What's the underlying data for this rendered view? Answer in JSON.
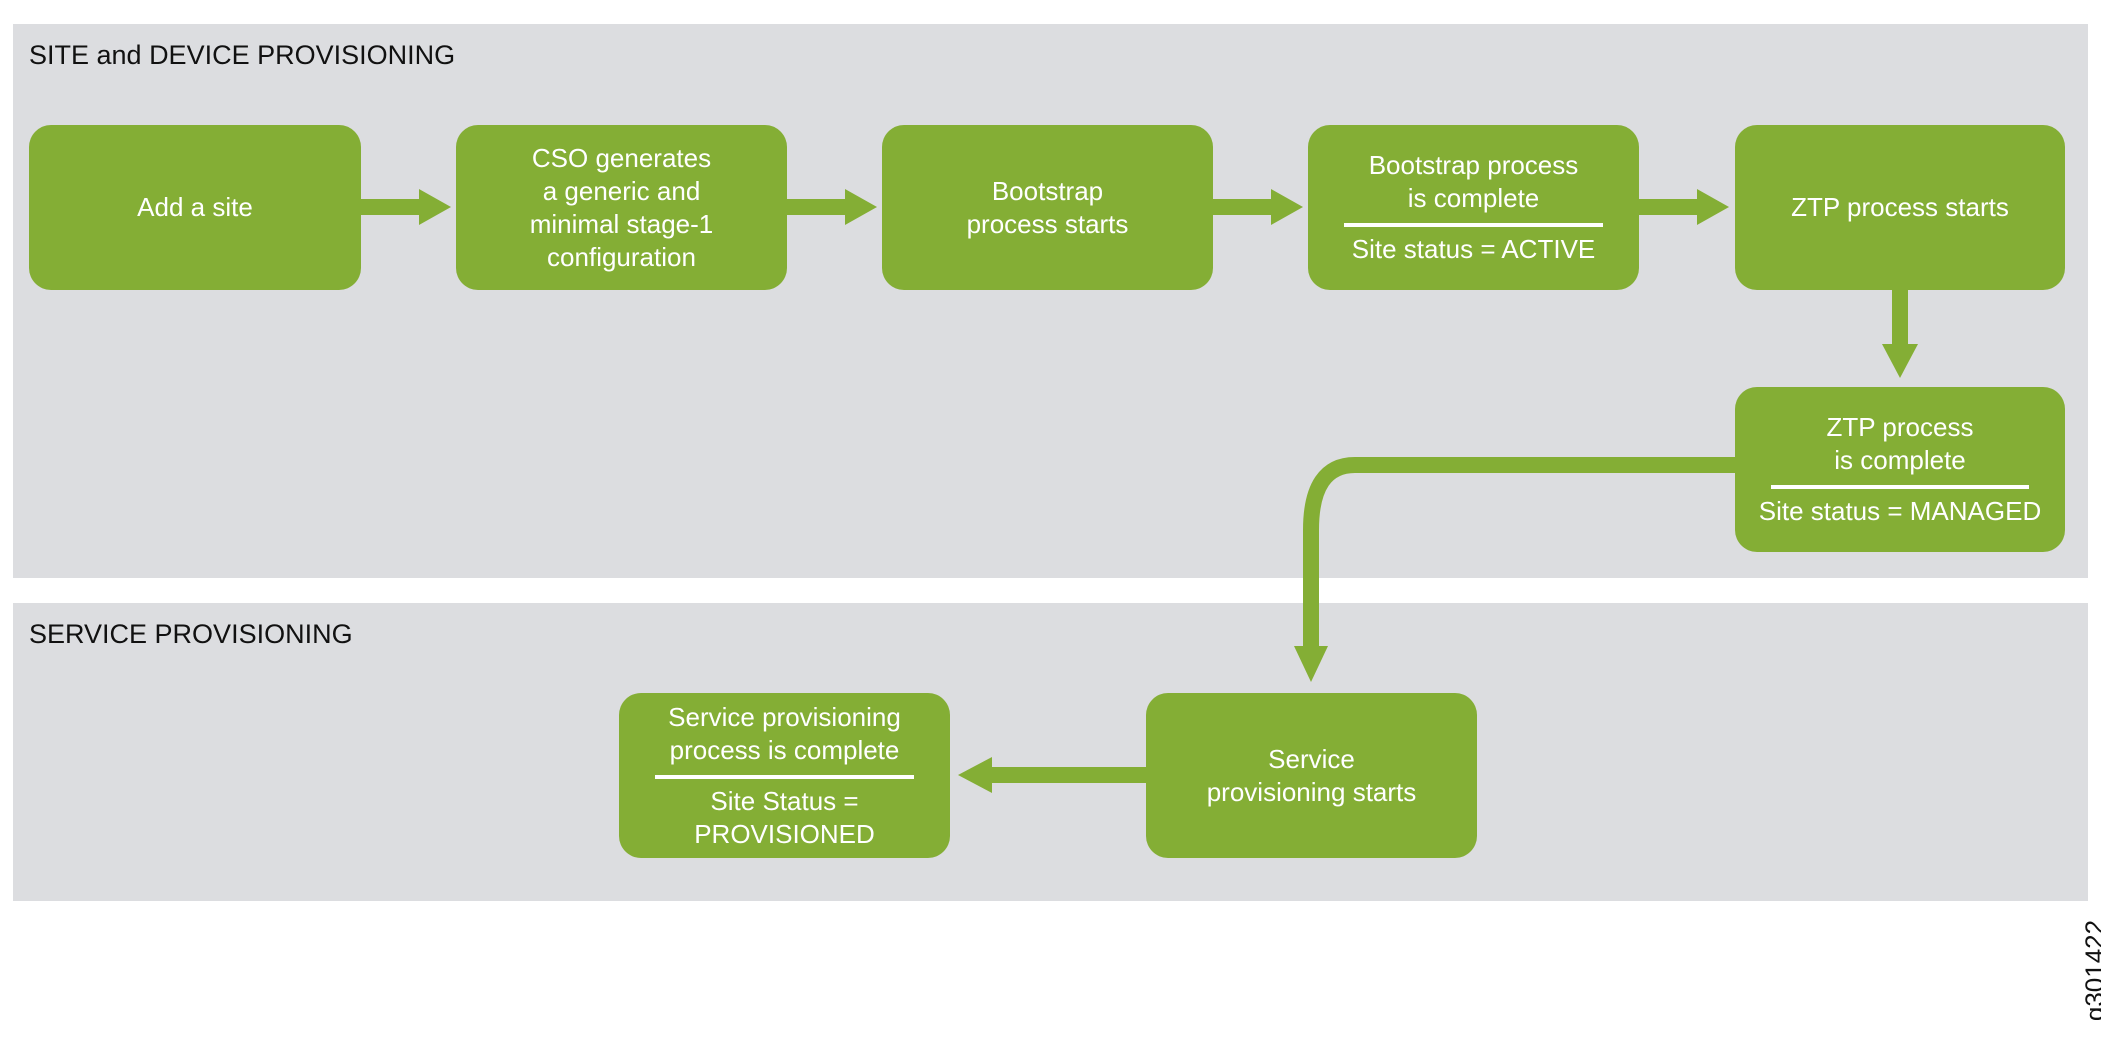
{
  "colors": {
    "box": "#84ae35",
    "panel": "#dcdde0",
    "text": "#ffffff"
  },
  "panels": {
    "site_device": {
      "title": "SITE and DEVICE PROVISIONING"
    },
    "service": {
      "title": "SERVICE PROVISIONING"
    }
  },
  "boxes": {
    "add_site": {
      "lines": [
        "Add a site"
      ]
    },
    "cso_generates": {
      "lines": [
        "CSO generates",
        "a generic and",
        "minimal stage-1",
        "configuration"
      ]
    },
    "bootstrap_starts": {
      "lines": [
        "Bootstrap",
        "process starts"
      ]
    },
    "bootstrap_complete": {
      "lines": [
        "Bootstrap process",
        "is complete"
      ],
      "status": "Site status = ACTIVE"
    },
    "ztp_starts": {
      "lines": [
        "ZTP process starts"
      ]
    },
    "ztp_complete": {
      "lines": [
        "ZTP process",
        "is complete"
      ],
      "status": "Site status = MANAGED"
    },
    "service_starts": {
      "lines": [
        "Service",
        "provisioning starts"
      ]
    },
    "service_complete": {
      "lines": [
        "Service provisioning",
        "process is complete"
      ],
      "status_lines": [
        "Site Status =",
        "PROVISIONED"
      ]
    }
  },
  "figure_id": "g301422"
}
